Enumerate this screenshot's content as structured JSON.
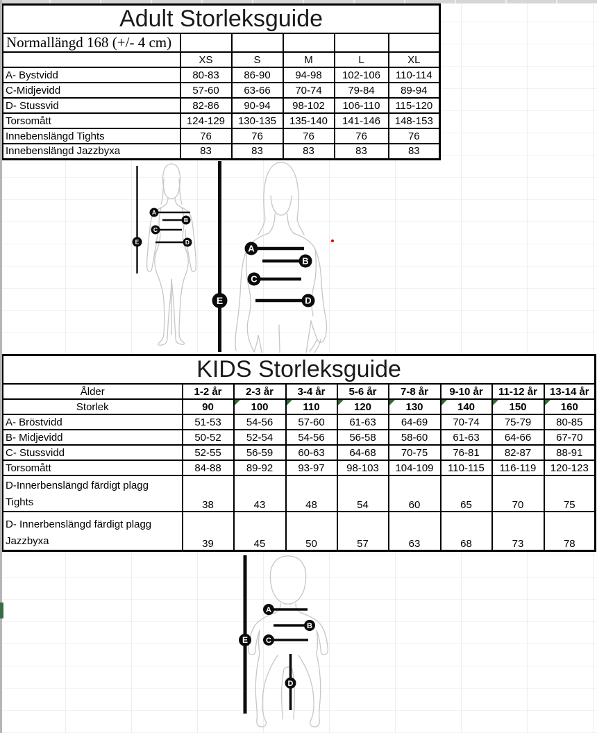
{
  "colors": {
    "table_border": "#000000",
    "title_text": "#1a1a1a",
    "figure_outline": "#c6c6c6",
    "excel_triangle_green": "#2e6b35",
    "left_edge_green": "#3a6b47",
    "edge_strip_gray": "#b5b5b5",
    "red_mark": "#e00000"
  },
  "adult_table": {
    "title": "Adult Storleksguide",
    "note": "Normallängd 168 (+/- 4 cm)",
    "size_headers": [
      "XS",
      "S",
      "M",
      "L",
      "XL"
    ],
    "rows": [
      {
        "label": "A- Bystvidd",
        "values": [
          "80-83",
          "86-90",
          "94-98",
          "102-106",
          "110-114"
        ]
      },
      {
        "label": "C-Midjevidd",
        "values": [
          "57-60",
          "63-66",
          "70-74",
          "79-84",
          "89-94"
        ]
      },
      {
        "label": "D- Stussvid",
        "values": [
          "82-86",
          "90-94",
          "98-102",
          "106-110",
          "115-120"
        ]
      },
      {
        "label": "Torsomått",
        "values": [
          "124-129",
          "130-135",
          "135-140",
          "141-146",
          "148-153"
        ]
      },
      {
        "label": "Innebenslängd Tights",
        "values": [
          "76",
          "76",
          "76",
          "76",
          "76"
        ]
      },
      {
        "label": "Innebenslängd Jazzbyxa",
        "values": [
          "83",
          "83",
          "83",
          "83",
          "83"
        ]
      }
    ]
  },
  "kids_table": {
    "title": "KIDS Storleksguide",
    "age_header": "Ålder",
    "ages": [
      "1-2 år",
      "2-3 år",
      "3-4 år",
      "5-6 år",
      "7-8 år",
      "9-10 år",
      "11-12 år",
      "13-14 år"
    ],
    "size_header": "Storlek",
    "sizes": [
      "90",
      "100",
      "110",
      "120",
      "130",
      "140",
      "150",
      "160"
    ],
    "rows": [
      {
        "label": "A- Bröstvidd",
        "values": [
          "51-53",
          "54-56",
          "57-60",
          "61-63",
          "64-69",
          "70-74",
          "75-79",
          "80-85"
        ]
      },
      {
        "label": "B- Midjevidd",
        "values": [
          "50-52",
          "52-54",
          "54-56",
          "56-58",
          "58-60",
          "61-63",
          "64-66",
          "67-70"
        ]
      },
      {
        "label": "C- Stussvidd",
        "values": [
          "52-55",
          "56-59",
          "60-63",
          "64-68",
          "70-75",
          "76-81",
          "82-87",
          "88-91"
        ]
      },
      {
        "label": "Torsomått",
        "values": [
          "84-88",
          "89-92",
          "93-97",
          "98-103",
          "104-109",
          "110-115",
          "116-119",
          "120-123"
        ]
      },
      {
        "label": "D-Innerbenslängd färdigt plagg",
        "sublabel": "Tights",
        "values": [
          "38",
          "43",
          "48",
          "54",
          "60",
          "65",
          "70",
          "75"
        ]
      },
      {
        "label": "D- Innerbenslängd färdigt plagg",
        "sublabel": "Jazzbyxa",
        "values": [
          "39",
          "45",
          "50",
          "57",
          "63",
          "68",
          "73",
          "78"
        ]
      }
    ]
  },
  "diagram": {
    "markers": {
      "a": "A",
      "b": "B",
      "c": "C",
      "d": "D",
      "e": "E"
    }
  }
}
